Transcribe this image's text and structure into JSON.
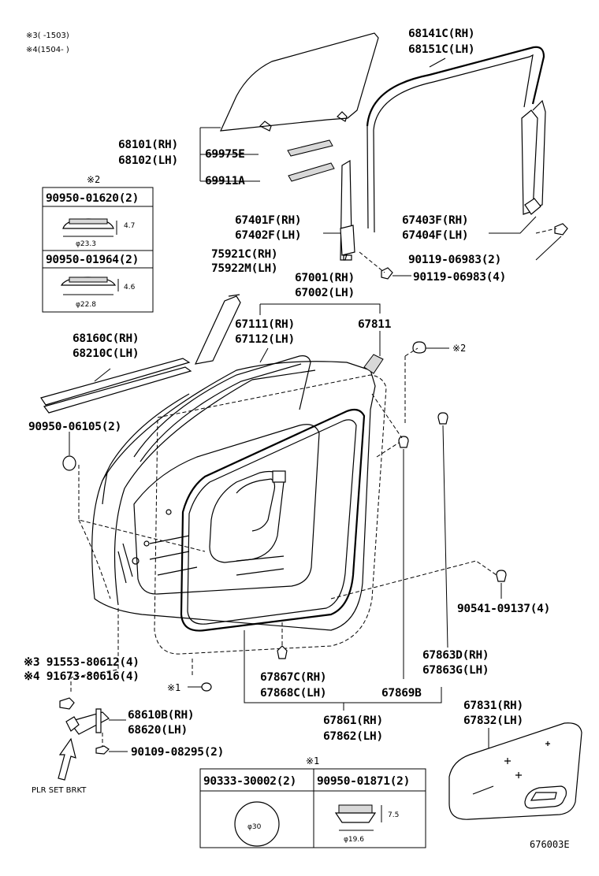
{
  "notes": {
    "note3": "※3(    -1503)",
    "note4": "※4(1504-     )"
  },
  "labels": {
    "p68141": "68141C(RH)",
    "p68151": "68151C(LH)",
    "p68101": "68101(RH)",
    "p68102": "68102(LH)",
    "p69975": "69975E",
    "p69911": "69911A",
    "p67401": "67401F(RH)",
    "p67402": "67402F(LH)",
    "p67403": "67403F(RH)",
    "p67404": "67404F(LH)",
    "p75921": "75921C(RH)",
    "p75922": "75922M(LH)",
    "p90119a": "90119-06983(2)",
    "p90119b": "90119-06983(4)",
    "p67001": "67001(RH)",
    "p67002": "67002(LH)",
    "p67111": "67111(RH)",
    "p67112": "67112(LH)",
    "p67811": "67811",
    "mark2a": "※2",
    "p68160": "68160C(RH)",
    "p68210": "68210C(LH)",
    "p90950_06105": "90950-06105(2)",
    "p90541": "90541-09137(4)",
    "p91553": "※3 91553-80612(4)",
    "p91673": "※4 91673-80616(4)",
    "mark1a": "※1",
    "p67867": "67867C(RH)",
    "p67868": "67868C(LH)",
    "p67869": "67869B",
    "p67863d": "67863D(RH)",
    "p67863g": "67863G(LH)",
    "p68610": "68610B(RH)",
    "p68620": "68620(LH)",
    "p90109": "90109-08295(2)",
    "p67861": "67861(RH)",
    "p67862": "67862(LH)",
    "p67831": "67831(RH)",
    "p67832": "67832(LH)",
    "plr": "PLR SET BRKT",
    "diagram_code": "676003E"
  },
  "inset_top": {
    "mark": "※2",
    "row1_part": "90950-01620(2)",
    "row1_dim_h": "4.7",
    "row1_dim_d": "φ23.3",
    "row2_part": "90950-01964(2)",
    "row2_dim_h": "4.6",
    "row2_dim_d": "φ22.8"
  },
  "inset_bottom": {
    "mark": "※1",
    "col1_part": "90333-30002(2)",
    "col2_part": "90950-01871(2)",
    "col1_dim": "φ30",
    "col2_dim_h": "7.5",
    "col2_dim_d": "φ19.6"
  }
}
